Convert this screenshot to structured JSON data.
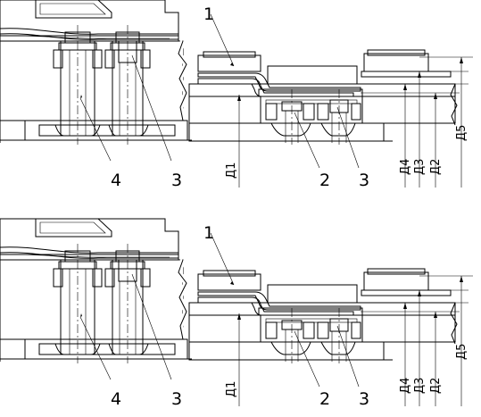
{
  "labels": {
    "part_1": "1",
    "part_2": "2",
    "part_3": "3",
    "part_4": "4",
    "dim_d1": "Д1",
    "dim_d2": "Д2",
    "dim_d3": "Д3",
    "dim_d4": "Д4",
    "dim_d5": "Д5"
  },
  "colors": {
    "ink": "#000000",
    "paper": "#ffffff",
    "fill_light": "#dcdcdc",
    "fill_dark": "#555555"
  }
}
